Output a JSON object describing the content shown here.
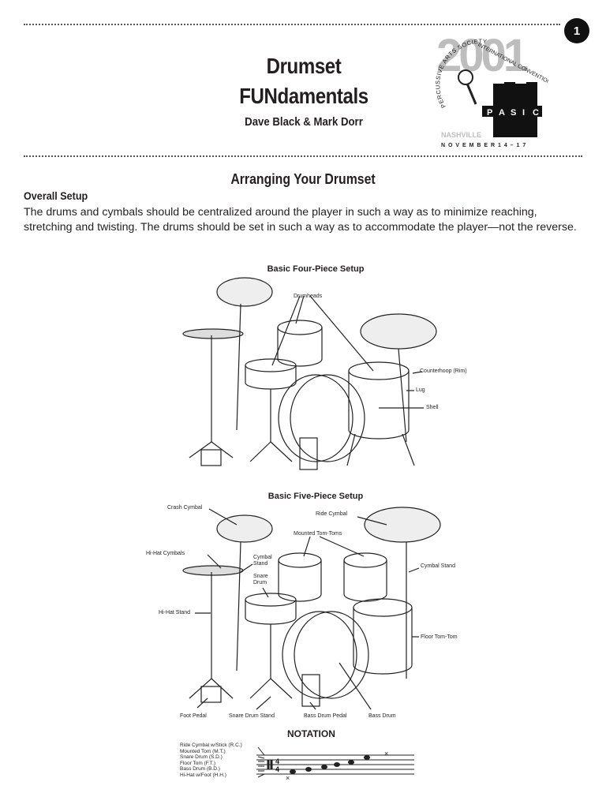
{
  "page_number": "1",
  "header": {
    "title_line1": "Drumset",
    "title_line2": "FUNdamentals",
    "authors": "Dave Black & Mark Dorr"
  },
  "logo": {
    "year": "2001",
    "arc_text": "INTERNATIONAL CONVENTION",
    "arc_text2": "PERCUSSIVE ARTS SOCIETY",
    "letters": [
      "P",
      "A",
      "S",
      "I",
      "C"
    ],
    "city": "NASHVILLE",
    "dates": "N O V E M B E R   1 4 – 1 7"
  },
  "section": {
    "title": "Arranging Your Drumset",
    "subtitle": "Overall Setup",
    "body": "The drums and cymbals should be centralized around the player in such a way as to minimize reaching, stretching and twisting. The drums should be set in such a way as to accommodate the player—not the reverse."
  },
  "figure1": {
    "title": "Basic Four-Piece Setup",
    "labels": {
      "drumheads": "Drumheads",
      "counterhoop": "Counterhoop (Rim)",
      "lug": "Lug",
      "shell": "Shell"
    }
  },
  "figure2": {
    "title": "Basic Five-Piece Setup",
    "labels": {
      "crash": "Crash Cymbal",
      "ride": "Ride Cymbal",
      "mounted": "Mounted Tom-Toms",
      "hihat_cymbals": "Hi-Hat Cymbals",
      "cymbal_stand_l": "Cymbal Stand",
      "snare": "Snare Drum",
      "cymbal_stand_r": "Cymbal Stand",
      "hihat_stand": "Hi-Hat Stand",
      "floor_tom": "Floor Tom-Tom",
      "foot_pedal": "Foot Pedal",
      "snare_stand": "Snare Drum Stand",
      "bass_pedal": "Bass Drum Pedal",
      "bass_drum": "Bass Drum"
    }
  },
  "notation": {
    "title": "NOTATION",
    "legend": [
      "Ride Cymbal w/Stick (R.C.)",
      "Mounted Tom (M.T.)",
      "Snare Drum (S.D.)",
      "Floor Tom (F.T.)",
      "Bass Drum (B.D.)",
      "Hi-Hat w/Foot (H.H.)"
    ]
  }
}
